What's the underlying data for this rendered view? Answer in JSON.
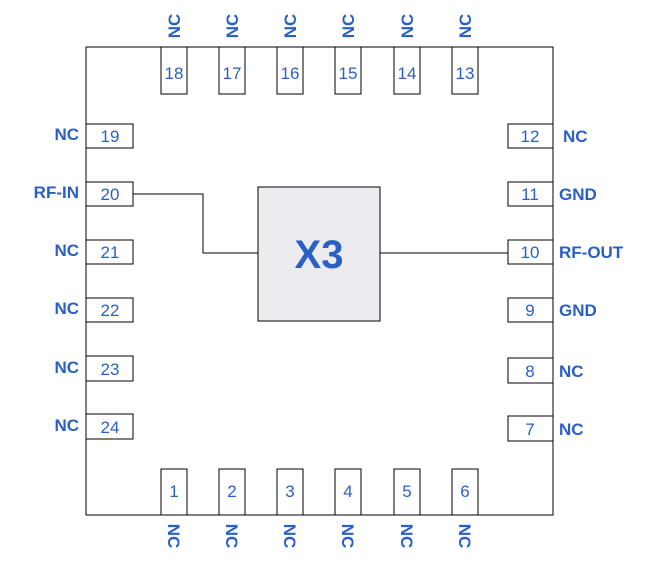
{
  "chip": {
    "label": "X3"
  },
  "colors": {
    "text": "#2a5fc4",
    "die_fill": "#ebebf0",
    "line": "#000000"
  },
  "pins": {
    "top": [
      {
        "num": "18",
        "label": "NC"
      },
      {
        "num": "17",
        "label": "NC"
      },
      {
        "num": "16",
        "label": "NC"
      },
      {
        "num": "15",
        "label": "NC"
      },
      {
        "num": "14",
        "label": "NC"
      },
      {
        "num": "13",
        "label": "NC"
      }
    ],
    "bottom": [
      {
        "num": "1",
        "label": "NC"
      },
      {
        "num": "2",
        "label": "NC"
      },
      {
        "num": "3",
        "label": "NC"
      },
      {
        "num": "4",
        "label": "NC"
      },
      {
        "num": "5",
        "label": "NC"
      },
      {
        "num": "6",
        "label": "NC"
      }
    ],
    "left": [
      {
        "num": "19",
        "label": "NC"
      },
      {
        "num": "20",
        "label": "RF-IN"
      },
      {
        "num": "21",
        "label": "NC"
      },
      {
        "num": "22",
        "label": "NC"
      },
      {
        "num": "23",
        "label": "NC"
      },
      {
        "num": "24",
        "label": "NC"
      }
    ],
    "right": [
      {
        "num": "12",
        "label": "NC"
      },
      {
        "num": "11",
        "label": "GND"
      },
      {
        "num": "10",
        "label": "RF-OUT"
      },
      {
        "num": "9",
        "label": "GND"
      },
      {
        "num": "8",
        "label": "NC"
      },
      {
        "num": "7",
        "label": "NC"
      }
    ]
  }
}
